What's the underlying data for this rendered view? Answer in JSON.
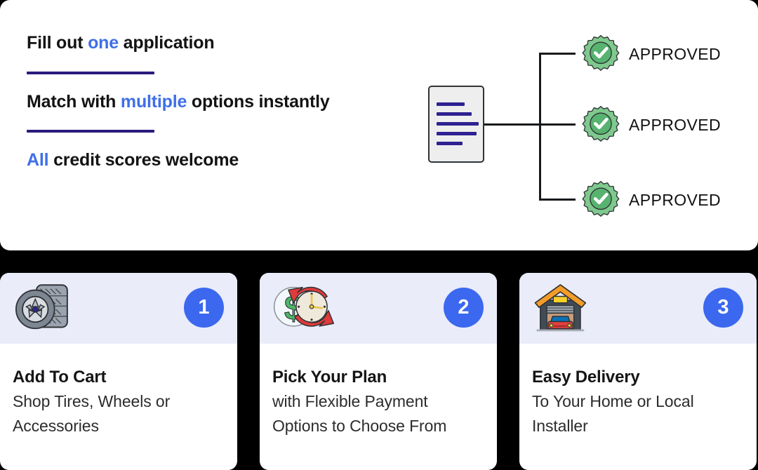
{
  "hero": {
    "lines": [
      {
        "pre": "Fill out ",
        "accent": "one",
        "post": " application"
      },
      {
        "pre": "Match with ",
        "accent": "multiple",
        "post": " options instantly"
      },
      {
        "pre": "",
        "accent": "All",
        "post": " credit scores welcome"
      }
    ]
  },
  "diagram": {
    "document_label": "application-document",
    "badges": [
      {
        "label": "APPROVED"
      },
      {
        "label": "APPROVED"
      },
      {
        "label": "APPROVED"
      }
    ]
  },
  "cards": [
    {
      "number": "1",
      "title": "Add To Cart",
      "subtitle": "Shop Tires, Wheels or Accessories",
      "icon": "tire-stack-icon"
    },
    {
      "number": "2",
      "title": "Pick Your Plan",
      "subtitle": "with Flexible Payment Options to Choose From",
      "icon": "dollar-clock-icon"
    },
    {
      "number": "3",
      "title": "Easy Delivery",
      "subtitle": "To Your Home or Local Installer",
      "icon": "garage-car-icon"
    }
  ],
  "colors": {
    "accent_blue": "#3f6fe8",
    "badge_blue": "#3b68ef",
    "rule_indigo": "#2a1b7d",
    "card_head": "#eaecfa",
    "seal_green": "#7fc98e",
    "seal_green_dark": "#57b36f",
    "doc_line": "#2e2191"
  }
}
